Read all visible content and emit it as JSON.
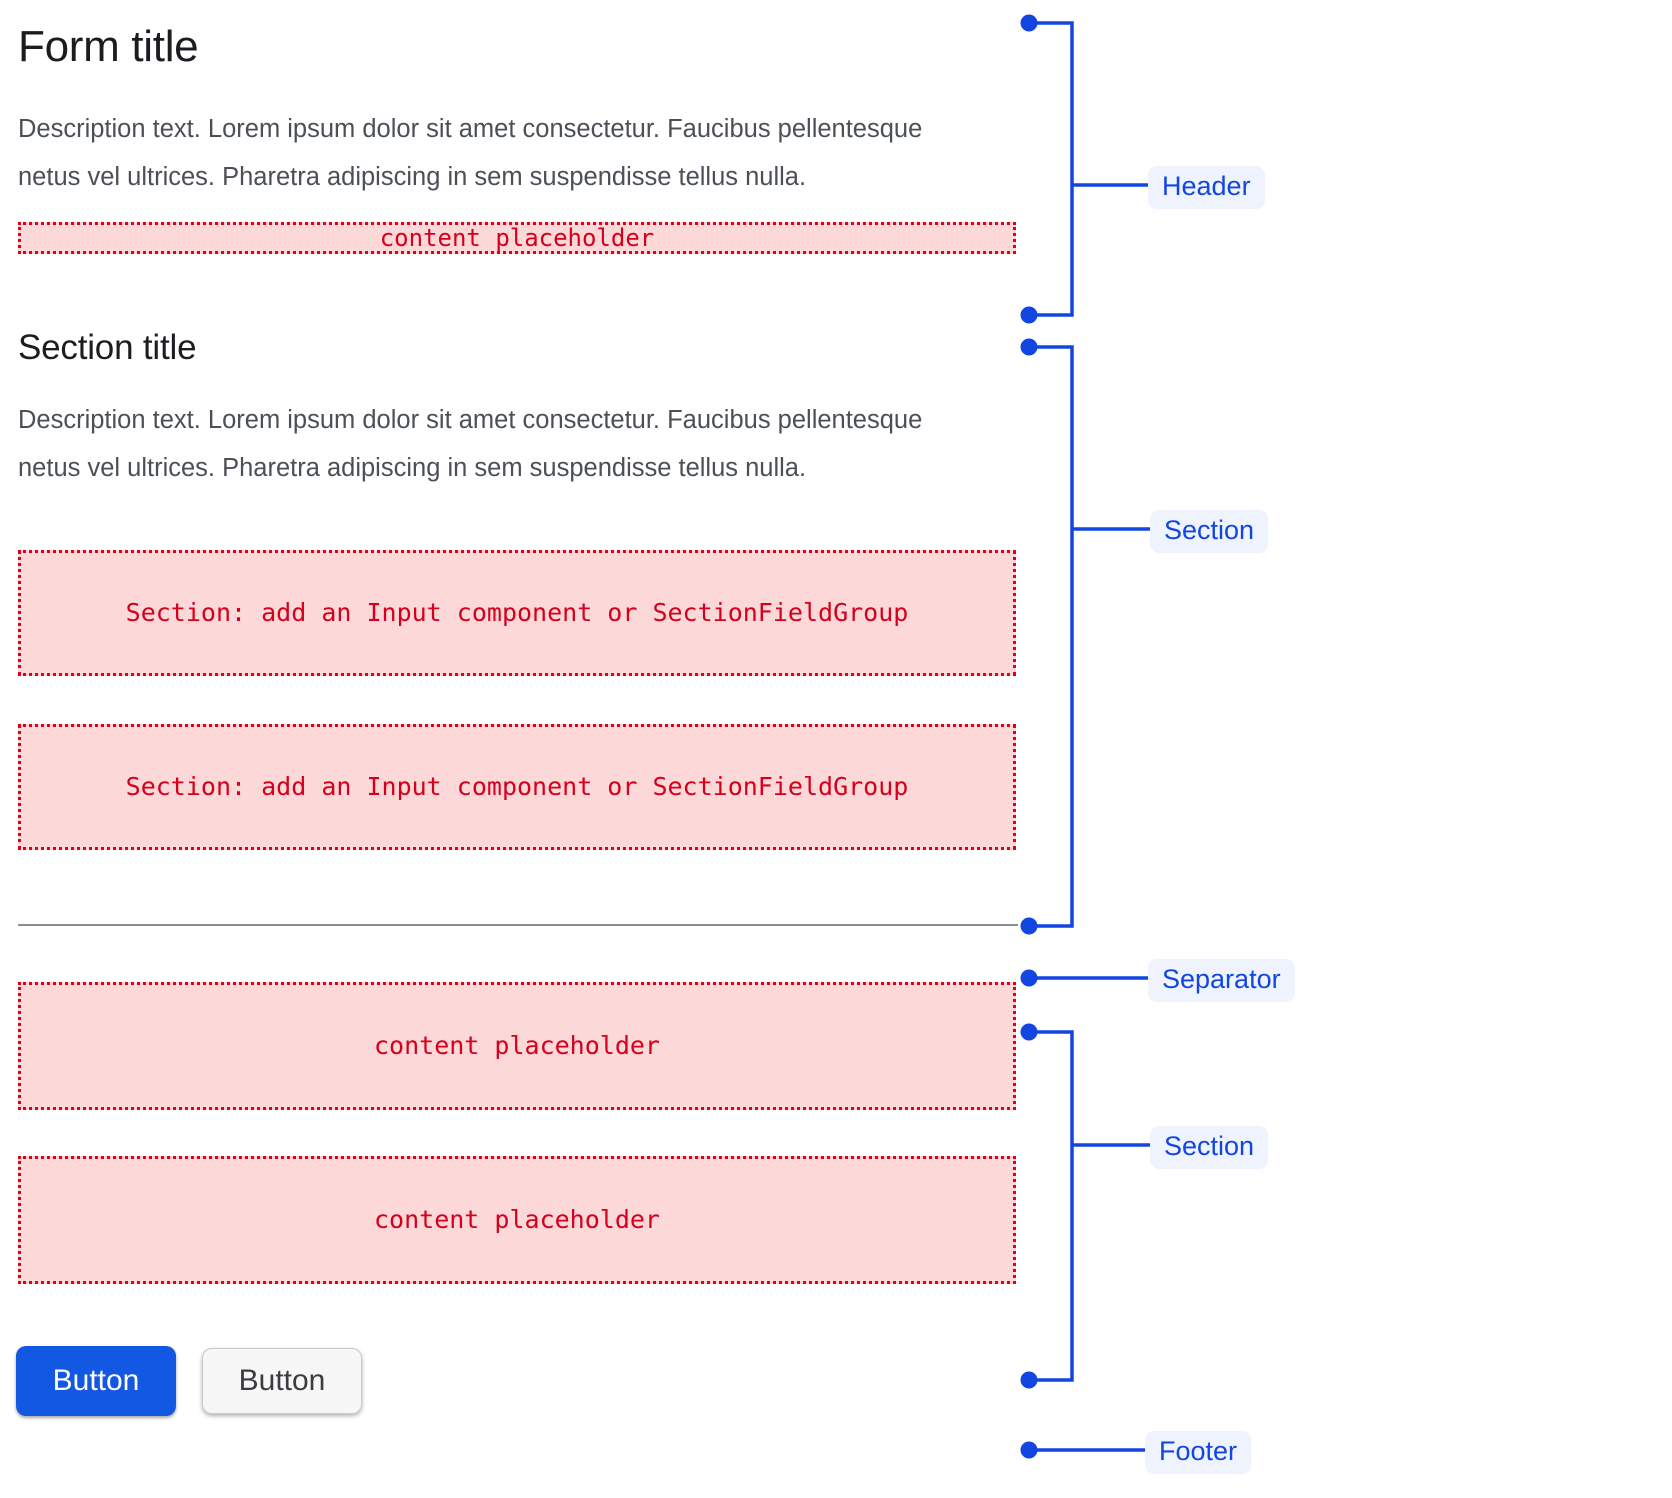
{
  "accent": {
    "annotation_blue": "#1345e0",
    "badge_bg": "#eef3fe",
    "placeholder_red": "#d5001c",
    "placeholder_bg": "#fcd8d8",
    "primary_button": "#1358e2",
    "separator_gray": "#8b8f95",
    "title_color": "#1b1d20",
    "description_color": "#4b5057"
  },
  "header": {
    "title": "Form title",
    "description": "Description text. Lorem ipsum dolor sit amet consectetur. Faucibus pellentesque netus vel ultrices. Pharetra adipiscing in sem suspendisse tellus nulla.",
    "placeholder": "content placeholder"
  },
  "section_one": {
    "title": "Section title",
    "description": "Description text. Lorem ipsum dolor sit amet consectetur. Faucibus pellentesque netus vel ultrices. Pharetra adipiscing in sem suspendisse tellus nulla.",
    "field_placeholder_1": "Section: add an Input component or SectionFieldGroup",
    "field_placeholder_2": "Section: add an Input component or SectionFieldGroup"
  },
  "section_two": {
    "placeholder_1": "content placeholder",
    "placeholder_2": "content placeholder"
  },
  "footer": {
    "primary_button": "Button",
    "secondary_button": "Button"
  },
  "annotations": {
    "header": "Header",
    "section_one": "Section",
    "separator": "Separator",
    "section_two": "Section",
    "footer": "Footer"
  }
}
